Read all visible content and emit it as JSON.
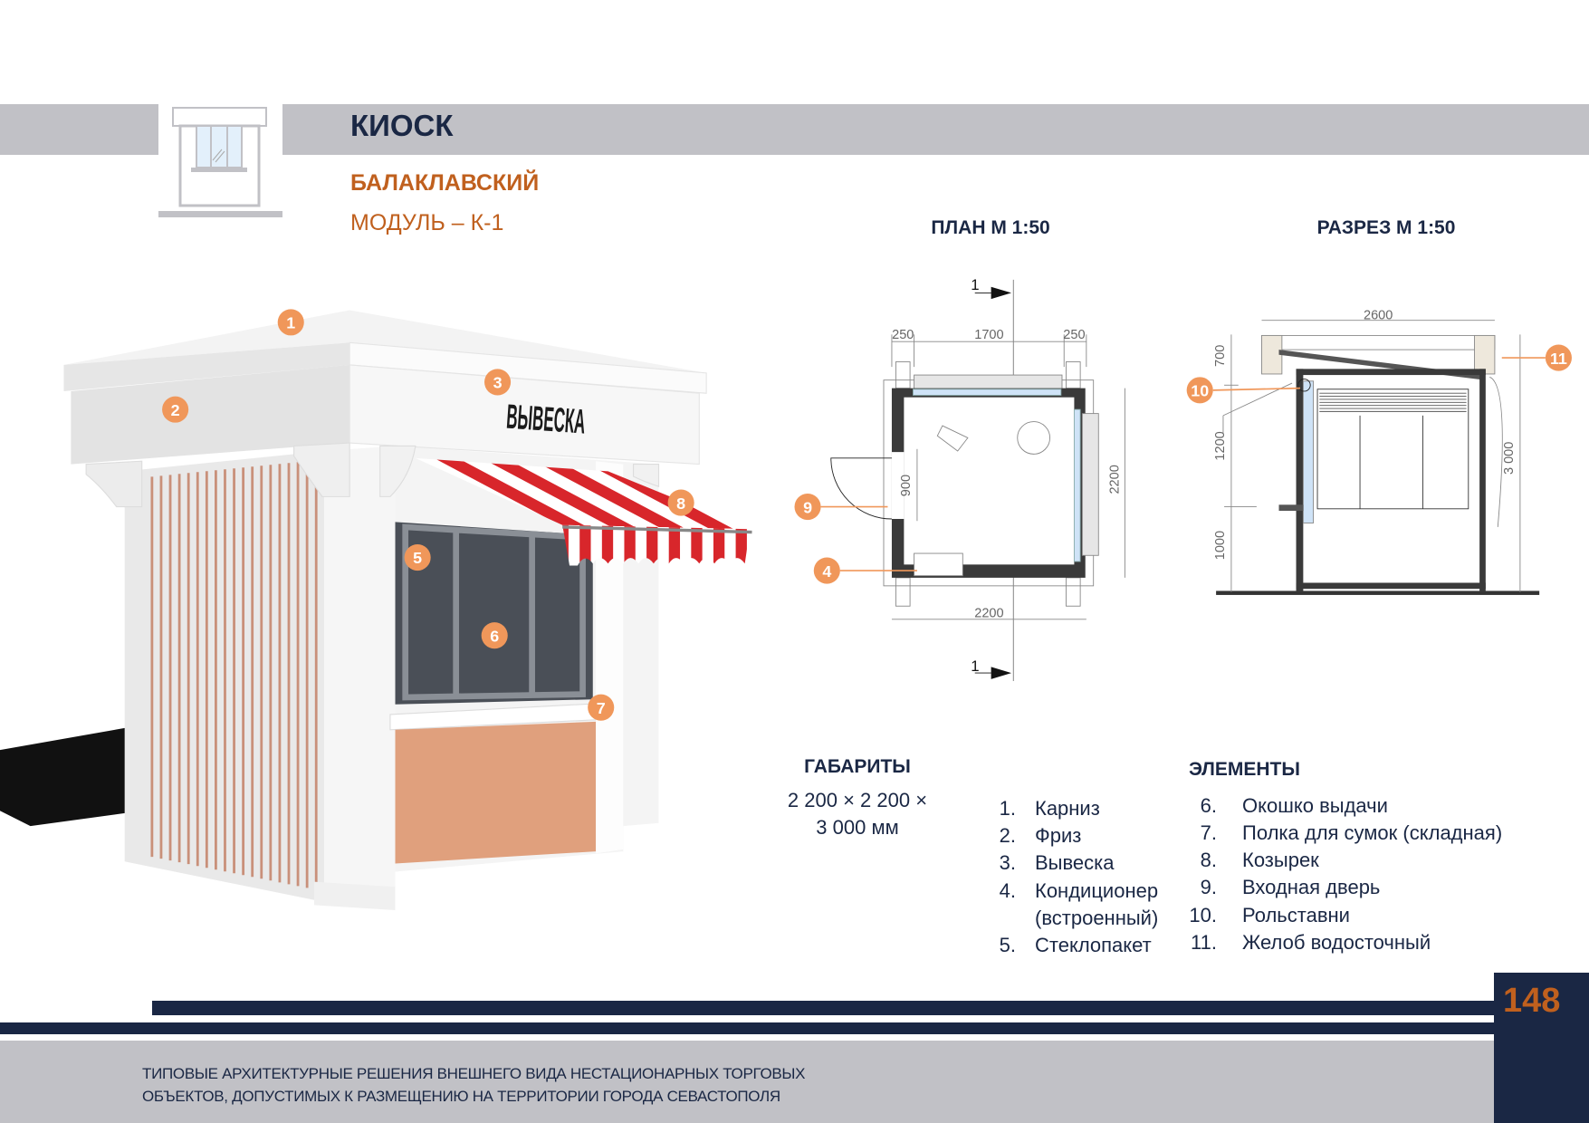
{
  "header": {
    "title": "КИОСК",
    "subtitle": "БАЛАКЛАВСКИЙ",
    "module": "МОДУЛЬ – К-1"
  },
  "render": {
    "sign_text": "ВЫВЕСКА",
    "markers": [
      "1",
      "2",
      "3",
      "4",
      "5",
      "6",
      "7",
      "8",
      "9",
      "10",
      "11"
    ]
  },
  "plan": {
    "title": "ПЛАН М 1:50",
    "section_mark": "1",
    "dims": {
      "left": "250",
      "middle": "1700",
      "right": "250",
      "bottom": "2200",
      "side": "2200",
      "door": "900"
    }
  },
  "section": {
    "title": "РАЗРЕЗ М 1:50",
    "dims": {
      "top": "2600",
      "h1": "700",
      "h2": "1200",
      "h3": "1000",
      "total": "3 000"
    }
  },
  "dimensions": {
    "heading": "ГАБАРИТЫ",
    "line1": "2 200 × 2 200 ×",
    "line2": "3 000 мм"
  },
  "elements": {
    "heading": "ЭЛЕМЕНТЫ",
    "items": [
      {
        "n": "1.",
        "label": "Карниз"
      },
      {
        "n": "2.",
        "label": "Фриз"
      },
      {
        "n": "3.",
        "label": "Вывеска"
      },
      {
        "n": "4.",
        "label": "Кондиционер"
      },
      {
        "n": "",
        "label": "(встроенный)"
      },
      {
        "n": "5.",
        "label": "Стеклопакет"
      },
      {
        "n": "6.",
        "label": "Окошко выдачи"
      },
      {
        "n": "7.",
        "label": "Полка для сумок (складная)"
      },
      {
        "n": "8.",
        "label": "Козырек"
      },
      {
        "n": "9.",
        "label": "Входная дверь"
      },
      {
        "n": "10.",
        "label": "Рольставни"
      },
      {
        "n": "11.",
        "label": "Желоб водосточный"
      }
    ]
  },
  "footer": {
    "line1": "ТИПОВЫЕ АРХИТЕКТУРНЫЕ РЕШЕНИЯ ВНЕШНЕГО ВИДА НЕСТАЦИОНАРНЫХ ТОРГОВЫХ",
    "line2": "ОБЪЕКТОВ, ДОПУСТИМЫХ К РАЗМЕЩЕНИЮ НА ТЕРРИТОРИИ ГОРОДА СЕВАСТОПОЛЯ",
    "page": "148"
  },
  "colors": {
    "navy": "#1a2744",
    "orange": "#c0601e",
    "marker": "#f0975a",
    "band": "#c1c1c6"
  }
}
